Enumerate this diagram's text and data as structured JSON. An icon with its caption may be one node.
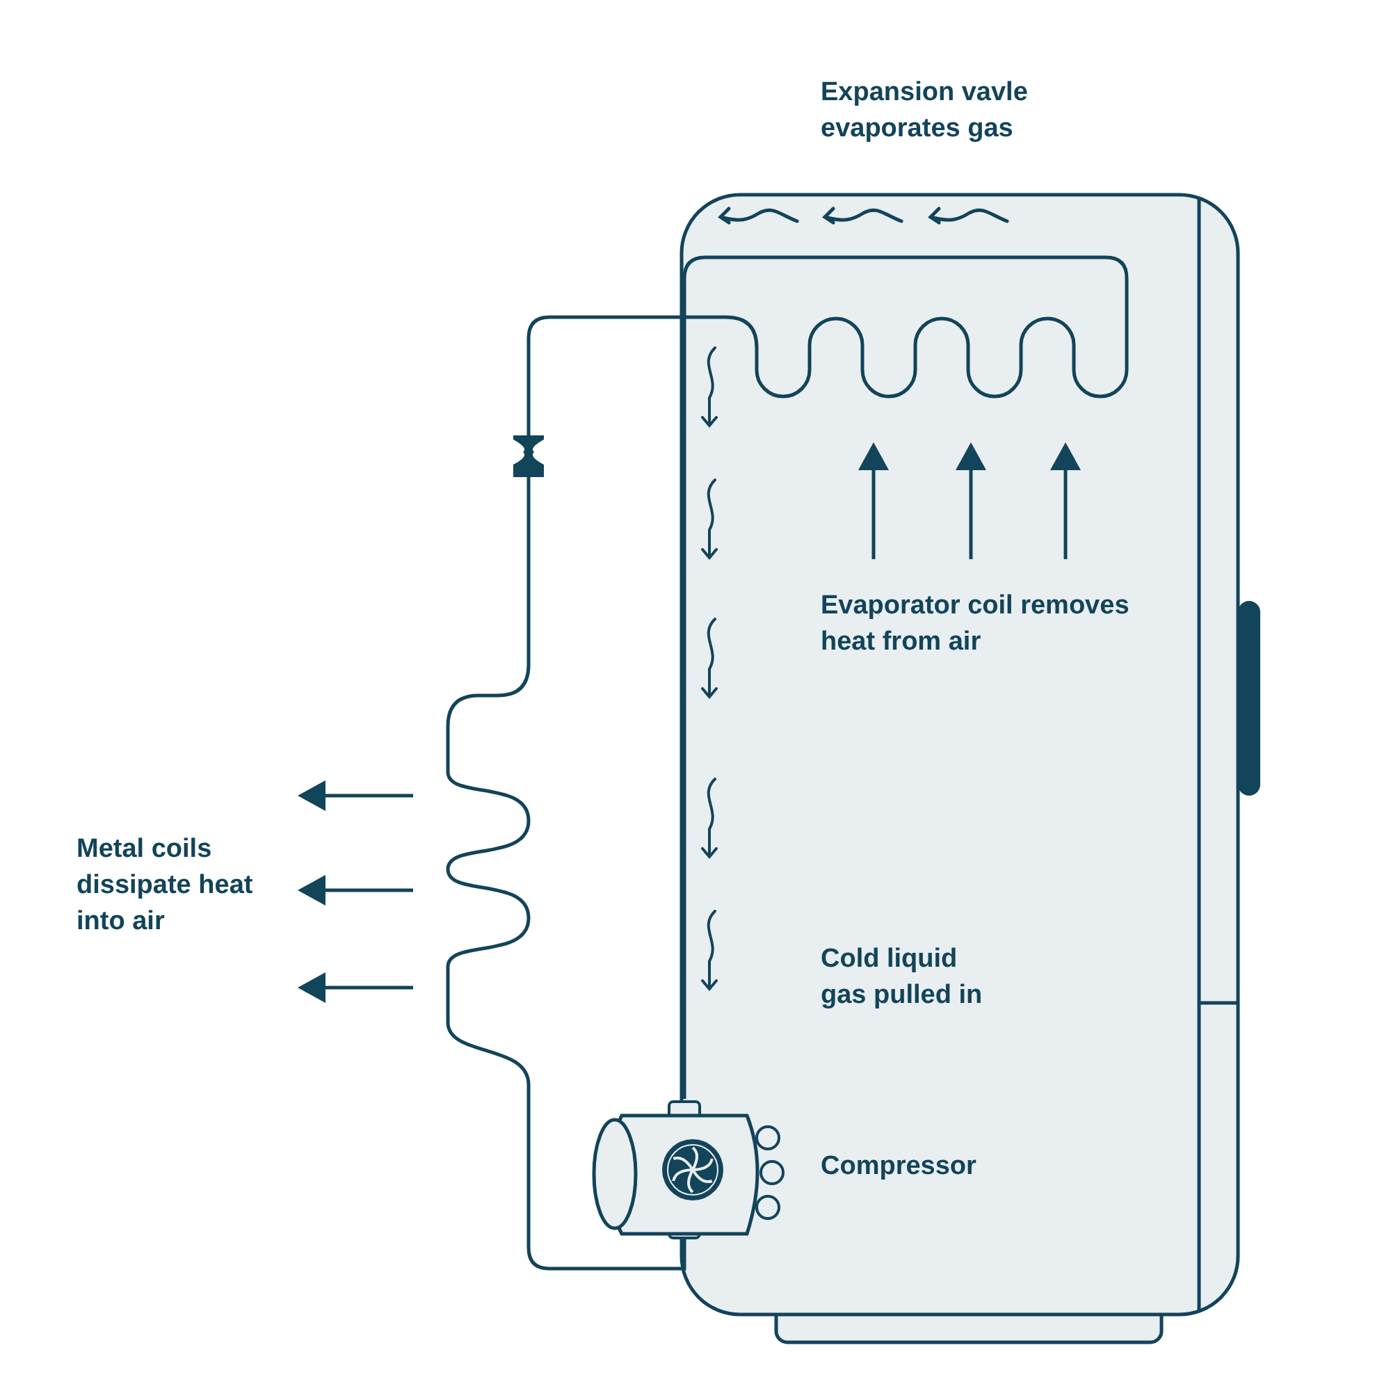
{
  "diagram": {
    "labels": [
      "Expansion vavle evaporates gas",
      "Evaporator coil removes heat from air",
      "Metal coils dissipate heat into air",
      "Cold liquid gas pulled in",
      "Compressor"
    ]
  }
}
